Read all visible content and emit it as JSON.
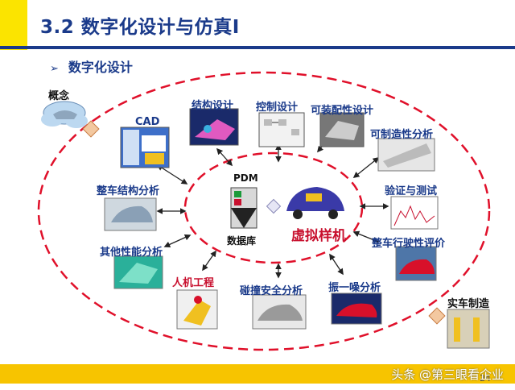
{
  "header": {
    "title": "3.2 数字化设计与仿真Ⅰ",
    "bullet": "数字化设计",
    "bullet_symbol": "➢"
  },
  "colors": {
    "accent_yellow": "#fbe400",
    "title_blue": "#1a3a8a",
    "dash_red": "#e0102a",
    "footer_yellow": "#f7c400"
  },
  "diagram": {
    "concept": "概念",
    "cad": "CAD",
    "structure_design": "结构设计",
    "control_design": "控制设计",
    "assembly_design": "可装配性设计",
    "manufacturability": "可制造性分析",
    "vehicle_structure": "整车结构分析",
    "verification": "验证与测试",
    "other_performance": "其他性能分析",
    "handling": "整车行驶性评价",
    "ergonomics": "人机工程",
    "crash_safety": "碰撞安全分析",
    "nvh": "振一噪分析",
    "manufacturing": "实车制造",
    "pdm": "PDM",
    "database": "数据库",
    "virtual_prototype": "虚拟样机"
  },
  "footer": {
    "watermark": "头条 @第三眼看企业",
    "page": "24"
  }
}
